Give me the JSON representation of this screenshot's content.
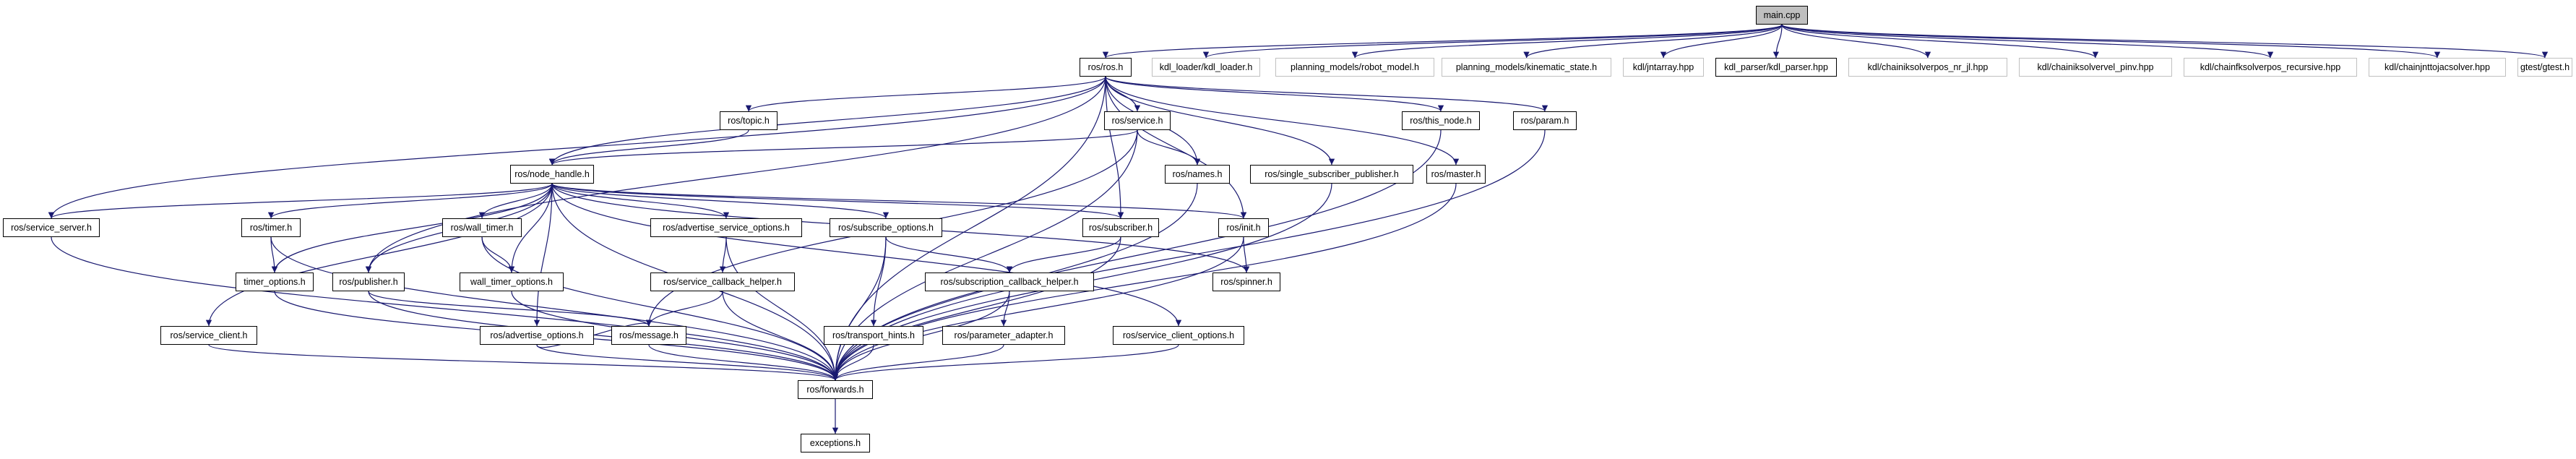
{
  "colors": {
    "edge": "#191970",
    "node_border": "#000000",
    "external_border": "#c0c0c0",
    "root_fill": "#bfbfbf",
    "background": "#ffffff"
  },
  "nodes": {
    "main_cpp": "main.cpp",
    "ros_h": "ros/ros.h",
    "kdl_loader": "kdl_loader/kdl_loader.h",
    "robot_model": "planning_models/robot_model.h",
    "kinematic_state": "planning_models/kinematic_state.h",
    "jntarray": "kdl/jntarray.hpp",
    "kdl_parser": "kdl_parser/kdl_parser.hpp",
    "chainiksolverpos_nr_jl": "kdl/chainiksolverpos_nr_jl.hpp",
    "chainiksolvervel_pinv": "kdl/chainiksolvervel_pinv.hpp",
    "chainfksolverpos_recursive": "kdl/chainfksolverpos_recursive.hpp",
    "chainjnttojacsolver": "kdl/chainjnttojacsolver.hpp",
    "gtest": "gtest/gtest.h",
    "topic": "ros/topic.h",
    "service": "ros/service.h",
    "this_node": "ros/this_node.h",
    "param": "ros/param.h",
    "node_handle": "ros/node_handle.h",
    "names": "ros/names.h",
    "single_subscriber_publisher": "ros/single_subscriber_publisher.h",
    "master": "ros/master.h",
    "service_server": "ros/service_server.h",
    "timer": "ros/timer.h",
    "wall_timer": "ros/wall_timer.h",
    "advertise_service_options": "ros/advertise_service_options.h",
    "subscribe_options": "ros/subscribe_options.h",
    "subscriber": "ros/subscriber.h",
    "init": "ros/init.h",
    "timer_options": "timer_options.h",
    "publisher": "ros/publisher.h",
    "wall_timer_options": "wall_timer_options.h",
    "service_callback_helper": "ros/service_callback_helper.h",
    "subscription_callback_helper": "ros/subscription_callback_helper.h",
    "spinner": "ros/spinner.h",
    "service_client": "ros/service_client.h",
    "advertise_options": "ros/advertise_options.h",
    "message": "ros/message.h",
    "transport_hints": "ros/transport_hints.h",
    "parameter_adapter": "ros/parameter_adapter.h",
    "service_client_options": "ros/service_client_options.h",
    "forwards": "ros/forwards.h",
    "exceptions": "exceptions.h"
  },
  "edges": [
    [
      "main_cpp",
      "ros_h"
    ],
    [
      "main_cpp",
      "kdl_loader"
    ],
    [
      "main_cpp",
      "robot_model"
    ],
    [
      "main_cpp",
      "kinematic_state"
    ],
    [
      "main_cpp",
      "jntarray"
    ],
    [
      "main_cpp",
      "kdl_parser"
    ],
    [
      "main_cpp",
      "chainiksolverpos_nr_jl"
    ],
    [
      "main_cpp",
      "chainiksolvervel_pinv"
    ],
    [
      "main_cpp",
      "chainfksolverpos_recursive"
    ],
    [
      "main_cpp",
      "chainjnttojacsolver"
    ],
    [
      "main_cpp",
      "gtest"
    ],
    [
      "ros_h",
      "topic"
    ],
    [
      "ros_h",
      "service"
    ],
    [
      "ros_h",
      "this_node"
    ],
    [
      "ros_h",
      "param"
    ],
    [
      "ros_h",
      "node_handle"
    ],
    [
      "ros_h",
      "names"
    ],
    [
      "ros_h",
      "single_subscriber_publisher"
    ],
    [
      "ros_h",
      "master"
    ],
    [
      "ros_h",
      "service_server"
    ],
    [
      "ros_h",
      "subscriber"
    ],
    [
      "ros_h",
      "publisher"
    ],
    [
      "ros_h",
      "init"
    ],
    [
      "ros_h",
      "forwards"
    ],
    [
      "topic",
      "node_handle"
    ],
    [
      "service",
      "node_handle"
    ],
    [
      "service",
      "names"
    ],
    [
      "service",
      "message"
    ],
    [
      "service",
      "forwards"
    ],
    [
      "this_node",
      "forwards"
    ],
    [
      "param",
      "forwards"
    ],
    [
      "names",
      "forwards"
    ],
    [
      "single_subscriber_publisher",
      "forwards"
    ],
    [
      "master",
      "forwards"
    ],
    [
      "node_handle",
      "service_server"
    ],
    [
      "node_handle",
      "timer"
    ],
    [
      "node_handle",
      "wall_timer"
    ],
    [
      "node_handle",
      "advertise_service_options"
    ],
    [
      "node_handle",
      "subscribe_options"
    ],
    [
      "node_handle",
      "subscriber"
    ],
    [
      "node_handle",
      "init"
    ],
    [
      "node_handle",
      "timer_options"
    ],
    [
      "node_handle",
      "publisher"
    ],
    [
      "node_handle",
      "wall_timer_options"
    ],
    [
      "node_handle",
      "service_client"
    ],
    [
      "node_handle",
      "advertise_options"
    ],
    [
      "node_handle",
      "service_client_options"
    ],
    [
      "node_handle",
      "spinner"
    ],
    [
      "node_handle",
      "forwards"
    ],
    [
      "service_server",
      "forwards"
    ],
    [
      "timer",
      "timer_options"
    ],
    [
      "timer",
      "forwards"
    ],
    [
      "wall_timer",
      "wall_timer_options"
    ],
    [
      "wall_timer",
      "forwards"
    ],
    [
      "advertise_service_options",
      "service_callback_helper"
    ],
    [
      "advertise_service_options",
      "forwards"
    ],
    [
      "subscribe_options",
      "subscription_callback_helper"
    ],
    [
      "subscribe_options",
      "transport_hints"
    ],
    [
      "subscribe_options",
      "forwards"
    ],
    [
      "subscriber",
      "subscription_callback_helper"
    ],
    [
      "subscriber",
      "forwards"
    ],
    [
      "init",
      "spinner"
    ],
    [
      "init",
      "forwards"
    ],
    [
      "timer_options",
      "forwards"
    ],
    [
      "publisher",
      "message"
    ],
    [
      "publisher",
      "forwards"
    ],
    [
      "wall_timer_options",
      "forwards"
    ],
    [
      "service_callback_helper",
      "message"
    ],
    [
      "service_callback_helper",
      "forwards"
    ],
    [
      "subscription_callback_helper",
      "parameter_adapter"
    ],
    [
      "subscription_callback_helper",
      "forwards"
    ],
    [
      "service_client",
      "forwards"
    ],
    [
      "advertise_options",
      "message"
    ],
    [
      "advertise_options",
      "forwards"
    ],
    [
      "message",
      "forwards"
    ],
    [
      "transport_hints",
      "forwards"
    ],
    [
      "parameter_adapter",
      "forwards"
    ],
    [
      "service_client_options",
      "forwards"
    ],
    [
      "forwards",
      "exceptions"
    ]
  ]
}
